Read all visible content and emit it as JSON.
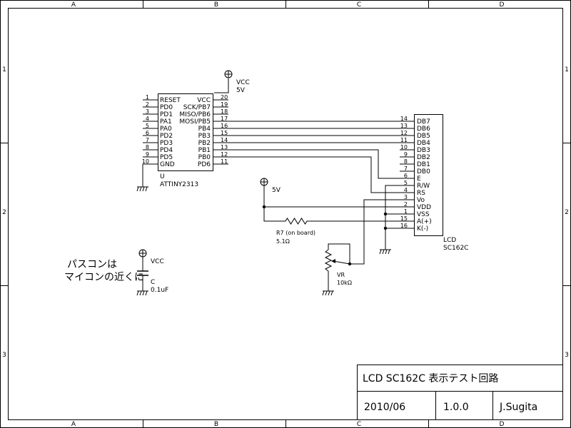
{
  "frame": {
    "columns": [
      "A",
      "B",
      "C",
      "D"
    ],
    "rows": [
      "1",
      "2",
      "3"
    ]
  },
  "mcu": {
    "ref": "U",
    "part": "ATTINY2313",
    "left_pins": [
      {
        "num": "1",
        "name": "RESET"
      },
      {
        "num": "2",
        "name": "PD0"
      },
      {
        "num": "3",
        "name": "PD1"
      },
      {
        "num": "4",
        "name": "PA1"
      },
      {
        "num": "5",
        "name": "PA0"
      },
      {
        "num": "6",
        "name": "PD2"
      },
      {
        "num": "7",
        "name": "PD3"
      },
      {
        "num": "8",
        "name": "PD4"
      },
      {
        "num": "9",
        "name": "PD5"
      },
      {
        "num": "10",
        "name": "GND"
      }
    ],
    "right_pins": [
      {
        "num": "20",
        "name": "VCC"
      },
      {
        "num": "19",
        "name": "SCK/PB7"
      },
      {
        "num": "18",
        "name": "MISO/PB6"
      },
      {
        "num": "17",
        "name": "MOSI/PB5"
      },
      {
        "num": "16",
        "name": "PB4"
      },
      {
        "num": "15",
        "name": "PB3"
      },
      {
        "num": "14",
        "name": "PB2"
      },
      {
        "num": "13",
        "name": "PB1"
      },
      {
        "num": "12",
        "name": "PB0"
      },
      {
        "num": "11",
        "name": "PD6"
      }
    ]
  },
  "lcd": {
    "ref": "LCD",
    "part": "SC162C",
    "pins": [
      {
        "num": "14",
        "name": "DB7"
      },
      {
        "num": "13",
        "name": "DB6"
      },
      {
        "num": "12",
        "name": "DB5"
      },
      {
        "num": "11",
        "name": "DB4"
      },
      {
        "num": "10",
        "name": "DB3"
      },
      {
        "num": "9",
        "name": "DB2"
      },
      {
        "num": "8",
        "name": "DB1"
      },
      {
        "num": "7",
        "name": "DB0"
      },
      {
        "num": "6",
        "name": "E"
      },
      {
        "num": "5",
        "name": "R/W"
      },
      {
        "num": "4",
        "name": "RS"
      },
      {
        "num": "3",
        "name": "Vo"
      },
      {
        "num": "2",
        "name": "VDD"
      },
      {
        "num": "1",
        "name": "VSS"
      },
      {
        "num": "15",
        "name": "A(+)"
      },
      {
        "num": "16",
        "name": "K(-)"
      }
    ]
  },
  "power": {
    "mcu_vcc_label": "VCC",
    "mcu_vcc_value": "5V",
    "lcd_supply_label": "5V",
    "cap_vcc_label": "VCC"
  },
  "resistor": {
    "ref": "R7 (on board)",
    "value": "5.1Ω"
  },
  "vr": {
    "ref": "VR",
    "value": "10kΩ"
  },
  "capacitor": {
    "ref": "C",
    "value": "0.1uF"
  },
  "note": {
    "line1": "パスコンは",
    "line2": "マイコンの近くに"
  },
  "title_block": {
    "title": "LCD SC162C 表示テスト回路",
    "date": "2010/06",
    "version": "1.0.0",
    "author": "J.Sugita"
  }
}
